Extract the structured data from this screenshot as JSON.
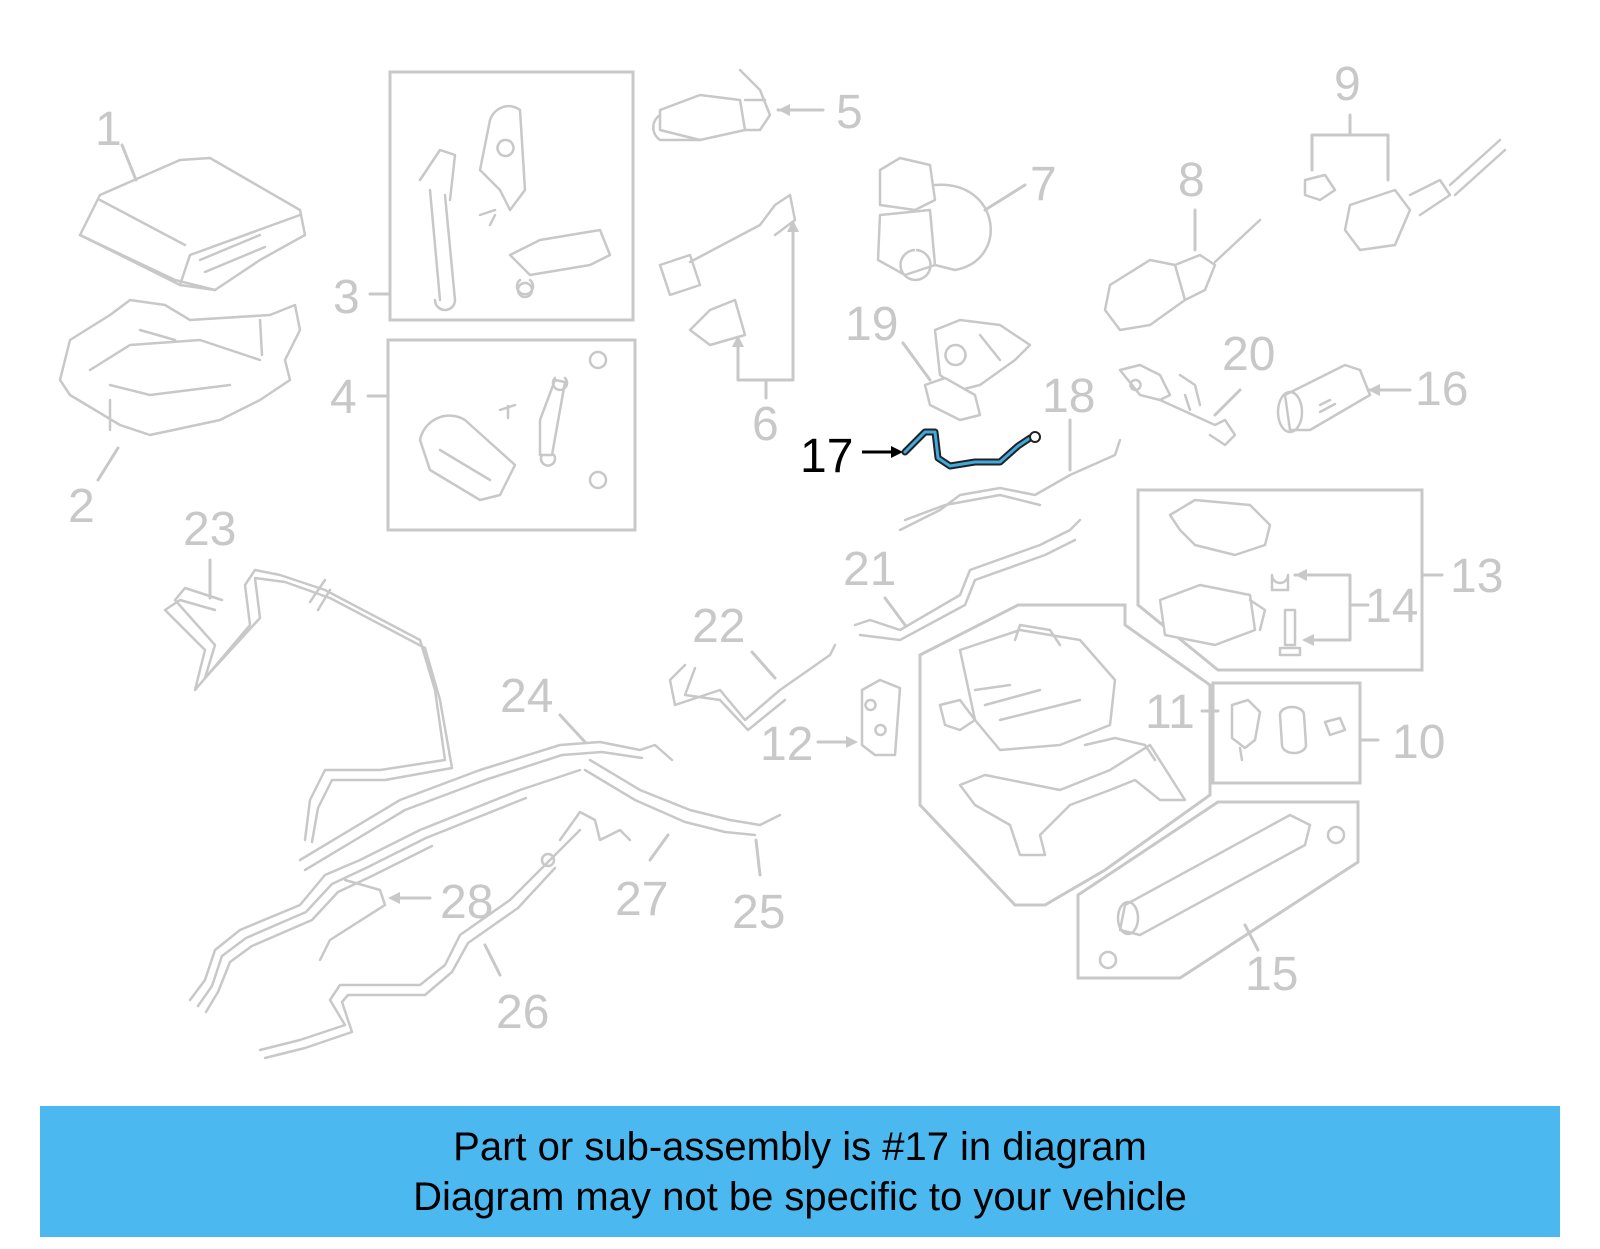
{
  "diagram": {
    "callouts": [
      "1",
      "2",
      "3",
      "4",
      "5",
      "6",
      "7",
      "8",
      "9",
      "10",
      "11",
      "12",
      "13",
      "14",
      "15",
      "16",
      "17",
      "18",
      "19",
      "20",
      "21",
      "22",
      "23",
      "24",
      "25",
      "26",
      "27",
      "28"
    ],
    "highlighted_callout": "17",
    "colors": {
      "part_line": "#c8c8c8",
      "highlight_part": "#3fa9e0",
      "highlight_text": "#000000",
      "banner_bg": "#4cb8f0"
    }
  },
  "banner": {
    "line1": "Part or sub-assembly is #17 in diagram",
    "line2": "Diagram may not be specific to your vehicle"
  }
}
